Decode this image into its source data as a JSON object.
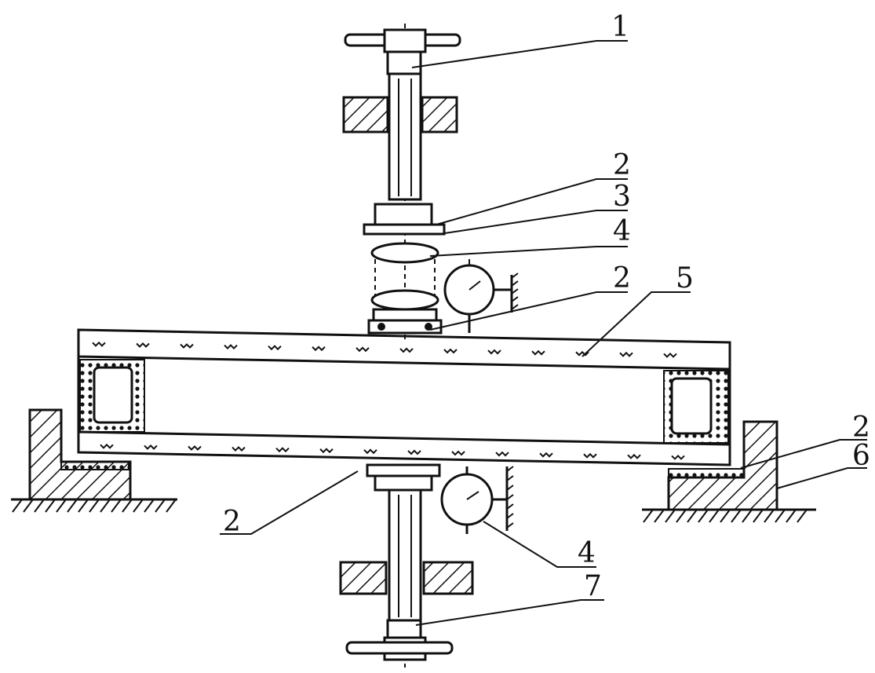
{
  "figure": {
    "callouts": [
      {
        "id": "c1",
        "label": "1"
      },
      {
        "id": "c2a",
        "label": "2"
      },
      {
        "id": "c3",
        "label": "3"
      },
      {
        "id": "c4a",
        "label": "4"
      },
      {
        "id": "c2b",
        "label": "2"
      },
      {
        "id": "c5",
        "label": "5"
      },
      {
        "id": "c2c",
        "label": "2"
      },
      {
        "id": "c6",
        "label": "6"
      },
      {
        "id": "c2d",
        "label": "2"
      },
      {
        "id": "c4b",
        "label": "4"
      },
      {
        "id": "c7",
        "label": "7"
      }
    ]
  }
}
